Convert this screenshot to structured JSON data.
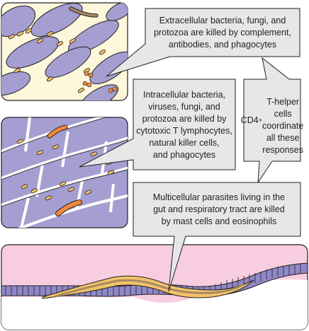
{
  "callouts": {
    "extracellular": "Extracellular bacteria, fungi, and\nprotozoa are killed by complement,\nantibodies, and phagocytes",
    "intracellular": "Intracellular bacteria,\nviruses, fungi, and\nprotozoa are killed by\ncytotoxic T lymphocytes,\nnatural killer cells,\nand phagocytes",
    "cd4": "CD4+\nT-helper cells\ncoordinate\nall these\nresponses",
    "multicellular": "Multicellular parasites living in the\ngut and respiratory tract are killed\nby mast cells and eosinophils"
  },
  "colors": {
    "callout_fill": "#e6e7e8",
    "cell_purple": "#a59ed1",
    "panel_cream": "#fdf8dc",
    "bacteria_yellow": "#f3c26a",
    "bacteria_orange": "#ee8a3c",
    "tissue_pink": "#f8cde0",
    "epithelium_purple": "#8f88c8",
    "worm_tan": "#a68a63"
  }
}
